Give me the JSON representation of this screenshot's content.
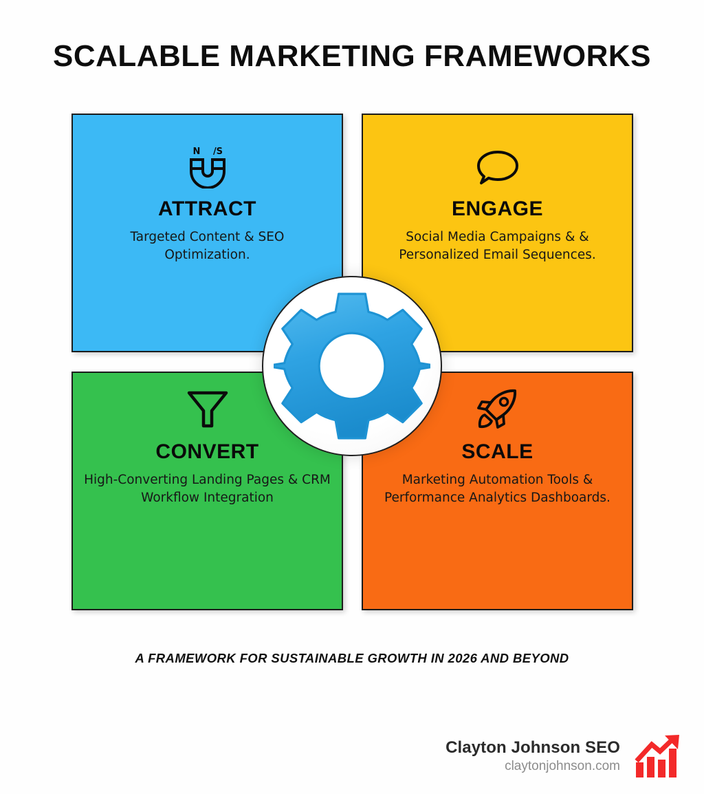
{
  "header": {
    "title": "SCALABLE MARKETING FRAMEWORKS"
  },
  "quadrants": [
    {
      "id": "attract",
      "icon": "magnet-icon",
      "title": "ATTRACT",
      "description": "Targeted Content & SEO Optimization.",
      "color": "#3cb9f5",
      "magnet_pole_north": "N",
      "magnet_pole_south": "/S"
    },
    {
      "id": "engage",
      "icon": "speech-bubble-icon",
      "title": "ENGAGE",
      "description": "Social Media Campaigns & & Personalized Email Sequences.",
      "color": "#fcc512"
    },
    {
      "id": "convert",
      "icon": "funnel-icon",
      "title": "CONVERT",
      "description": "High-Converting Landing Pages & CRM Workflow Integration",
      "color": "#35c14e"
    },
    {
      "id": "scale",
      "icon": "rocket-icon",
      "title": "SCALE",
      "description": "Marketing Automation Tools & Performance Analytics Dashboards.",
      "color": "#f96b14"
    }
  ],
  "center": {
    "icon": "gear-icon",
    "color": "#2ba4e0"
  },
  "footer": {
    "tagline": "A FRAMEWORK FOR SUSTAINABLE GROWTH IN 2026 AND BEYOND",
    "brand_name": "Clayton Johnson SEO",
    "brand_url": "claytonjohnson.com",
    "logo_icon": "growth-chart-icon",
    "logo_color": "#f32929"
  }
}
